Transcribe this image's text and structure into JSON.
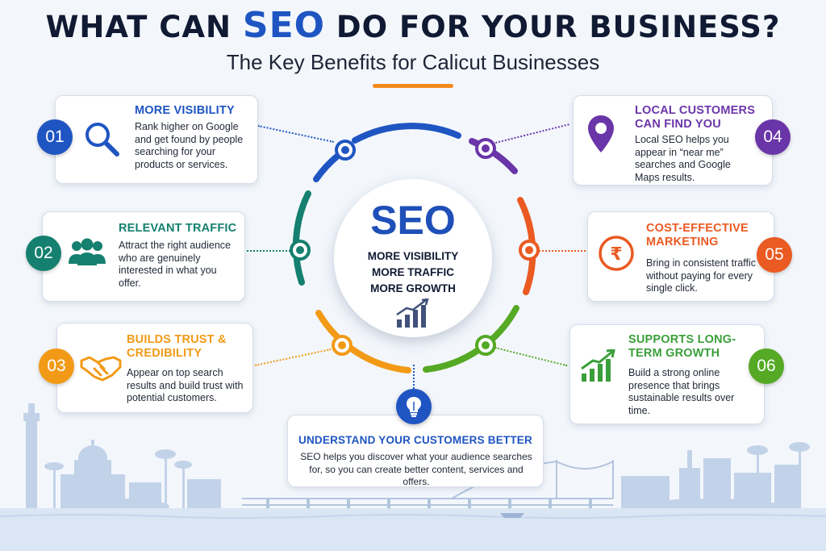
{
  "header": {
    "title_before": "WHAT CAN ",
    "title_highlight": "SEO",
    "title_after": " DO FOR YOUR BUSINESS?",
    "subtitle": "The Key Benefits for Calicut Businesses"
  },
  "center": {
    "main": "SEO",
    "line1": "MORE VISIBILITY",
    "line2": "MORE TRAFFIC",
    "line3": "MORE GROWTH"
  },
  "colors": {
    "blue": "#1f55c2",
    "teal": "#15806f",
    "orange": "#f29a16",
    "purple": "#6a35a8",
    "red": "#ea5a22",
    "green": "#55a924"
  },
  "benefits": [
    {
      "number": "01",
      "title": "MORE VISIBILITY",
      "description": "Rank higher on Google and get found by people searching for your products or services.",
      "icon": "magnifier-icon"
    },
    {
      "number": "02",
      "title": "RELEVANT TRAFFIC",
      "description": "Attract the right audience who are genuinely interested in what you offer.",
      "icon": "people-icon"
    },
    {
      "number": "03",
      "title": "BUILDS TRUST & CREDIBILITY",
      "description": "Appear on top search results and build trust with potential customers.",
      "icon": "handshake-icon"
    },
    {
      "number": "04",
      "title": "LOCAL CUSTOMERS CAN FIND YOU",
      "description": "Local SEO helps you appear in “near me” searches and Google Maps results.",
      "icon": "map-pin-icon"
    },
    {
      "number": "05",
      "title": "COST-EFFECTIVE MARKETING",
      "description": "Bring in consistent traffic without paying for every single click.",
      "icon": "rupee-icon"
    },
    {
      "number": "06",
      "title": "SUPPORTS LONG-TERM GROWTH",
      "description": "Build a strong online presence that brings sustainable results over time.",
      "icon": "growth-chart-icon"
    }
  ],
  "bottom": {
    "title": "UNDERSTAND YOUR CUSTOMERS BETTER",
    "description": "SEO helps you discover what your audience searches for, so you can create better content, services and offers.",
    "icon": "lightbulb-icon"
  }
}
